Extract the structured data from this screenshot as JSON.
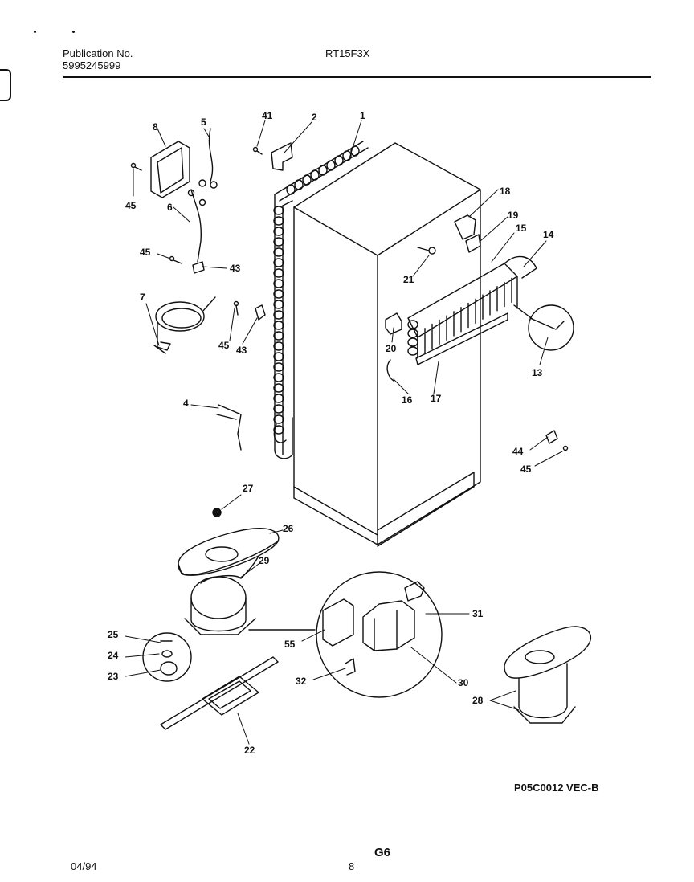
{
  "header": {
    "publication_label": "Publication No.",
    "publication_number": "5995245999",
    "model": "RT15F3X"
  },
  "footer": {
    "date": "04/94",
    "page": "8",
    "section": "G6",
    "figure_code": "P05C0012 VEC-B"
  },
  "callouts": [
    {
      "id": "c1",
      "label": "1"
    },
    {
      "id": "c2",
      "label": "2"
    },
    {
      "id": "c41",
      "label": "41"
    },
    {
      "id": "c8",
      "label": "8"
    },
    {
      "id": "c5",
      "label": "5"
    },
    {
      "id": "c45a",
      "label": "45"
    },
    {
      "id": "c6",
      "label": "6"
    },
    {
      "id": "c45b",
      "label": "45"
    },
    {
      "id": "c43a",
      "label": "43"
    },
    {
      "id": "c7",
      "label": "7"
    },
    {
      "id": "c45c",
      "label": "45"
    },
    {
      "id": "c43b",
      "label": "43"
    },
    {
      "id": "c18",
      "label": "18"
    },
    {
      "id": "c19",
      "label": "19"
    },
    {
      "id": "c15",
      "label": "15"
    },
    {
      "id": "c14",
      "label": "14"
    },
    {
      "id": "c21",
      "label": "21"
    },
    {
      "id": "c20",
      "label": "20"
    },
    {
      "id": "c13",
      "label": "13"
    },
    {
      "id": "c16",
      "label": "16"
    },
    {
      "id": "c17",
      "label": "17"
    },
    {
      "id": "c4",
      "label": "4"
    },
    {
      "id": "c44",
      "label": "44"
    },
    {
      "id": "c45d",
      "label": "45"
    },
    {
      "id": "c27",
      "label": "27"
    },
    {
      "id": "c26",
      "label": "26"
    },
    {
      "id": "c29",
      "label": "29"
    },
    {
      "id": "c31",
      "label": "31"
    },
    {
      "id": "c25",
      "label": "25"
    },
    {
      "id": "c55",
      "label": "55"
    },
    {
      "id": "c24",
      "label": "24"
    },
    {
      "id": "c23",
      "label": "23"
    },
    {
      "id": "c32",
      "label": "32"
    },
    {
      "id": "c30",
      "label": "30"
    },
    {
      "id": "c28",
      "label": "28"
    },
    {
      "id": "c22",
      "label": "22"
    }
  ]
}
